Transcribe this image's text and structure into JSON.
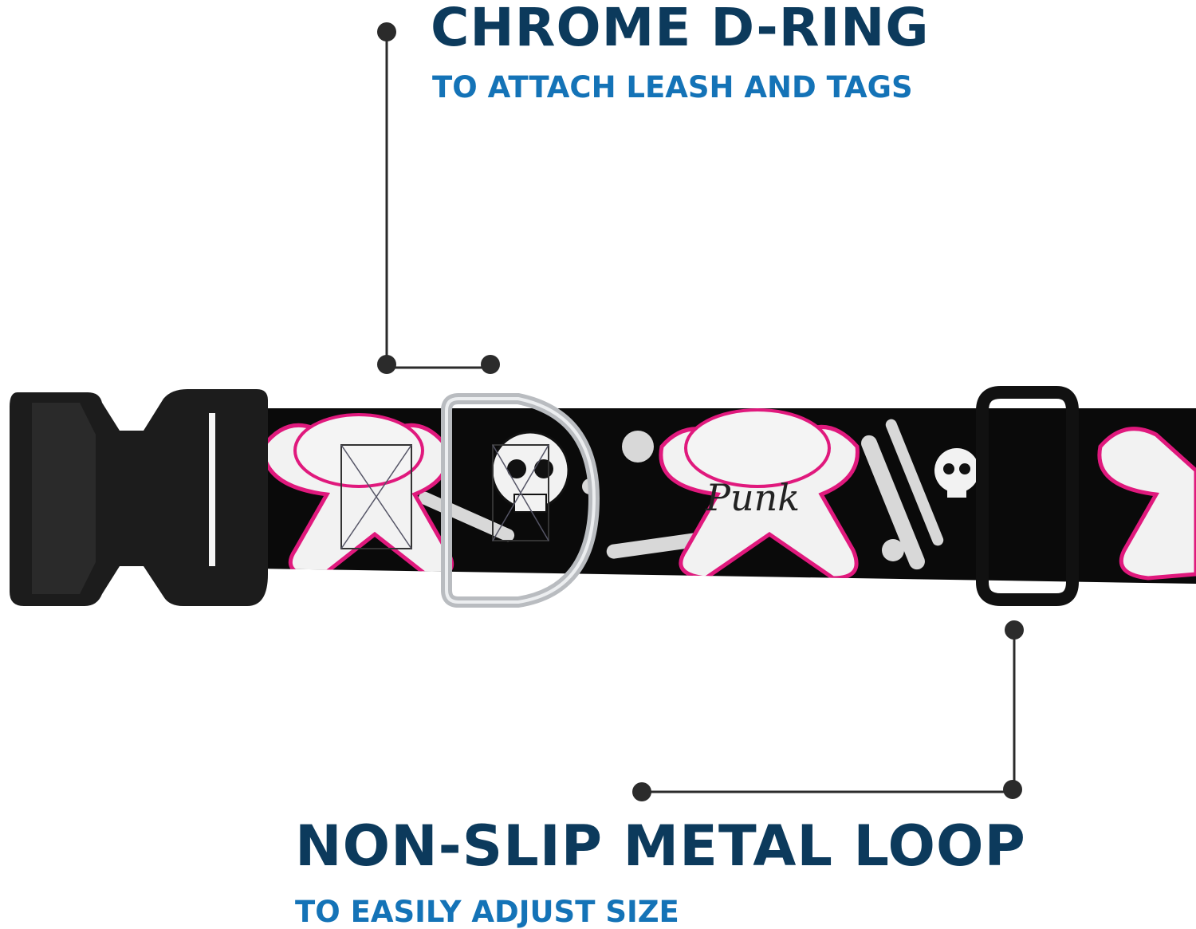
{
  "callouts": {
    "top": {
      "title": "CHROME D-RING",
      "subtitle": "TO ATTACH LEASH AND TAGS"
    },
    "bottom": {
      "title": "NON-SLIP METAL LOOP",
      "subtitle": "TO EASILY ADJUST SIZE"
    }
  },
  "product": {
    "pattern_text": "Punk"
  },
  "colors": {
    "title": "#0c3a5c",
    "subtitle": "#1473b7",
    "leader_line": "#2b2b2b",
    "strap_background": "#0a0a0a",
    "skull_fill": "#f2f2f2",
    "heart_outline": "#e0197d",
    "buckle": "#1c1c1c",
    "d_ring": "#b9bcc0"
  }
}
